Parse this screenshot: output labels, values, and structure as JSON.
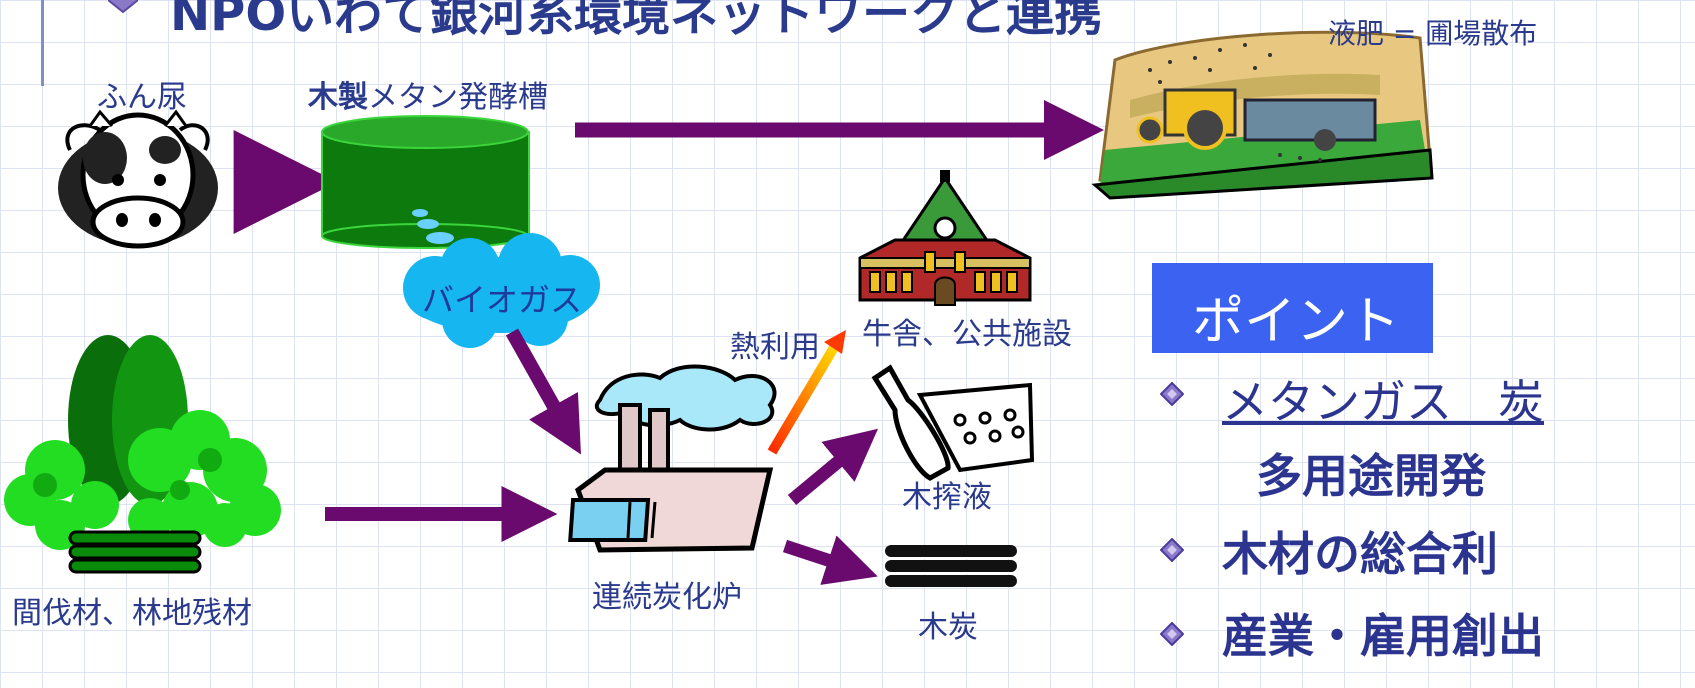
{
  "title": "NPOいわて銀河系環境ネットワークと連携",
  "labels": {
    "manure": "ふん尿",
    "tank_bold": "木製",
    "tank_rest": "メタン発酵槽",
    "liquid_fertilizer": "液肥 = 圃場散布",
    "biogas": "バイオガス",
    "heat_use": "熱利用",
    "facilities": "牛舎、公共施設",
    "wood_vinegar": "木搾液",
    "charcoal": "木炭",
    "furnace": "連続炭化炉",
    "thinnings": "間伐材、林地残材"
  },
  "point": {
    "header": "ポイント",
    "bullets": [
      "メタンガス　炭",
      "多用途開発",
      "木材の総合利",
      "産業・雇用創出"
    ]
  },
  "colors": {
    "arrow": "#6a0a6e",
    "tank": "#1a8a1a",
    "cloud": "#16b6f0",
    "point_bg": "#3b62f0",
    "text": "#2a3a8c"
  }
}
